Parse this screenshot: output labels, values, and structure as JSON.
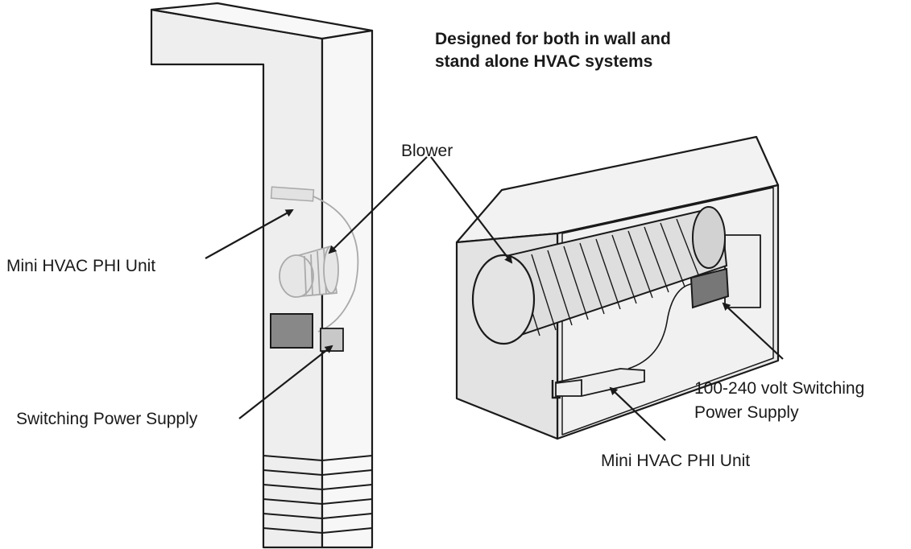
{
  "title": {
    "line1": "Designed for both in wall and",
    "line2": "stand alone HVAC systems"
  },
  "labels": {
    "blower": "Blower",
    "mini_hvac_left": "Mini HVAC PHI Unit",
    "switching_left": "Switching Power Supply",
    "switching_right_line1": "100-240 volt Switching",
    "switching_right_line2": "Power Supply",
    "mini_hvac_right": "Mini HVAC PHI Unit"
  },
  "colors": {
    "outline": "#1a1a1a",
    "duct_face": "#eeeeee",
    "duct_side": "#f7f7f7",
    "unit_face": "#e6e6e6",
    "unit_top": "#f2f2f2",
    "blower_fill": "#dedede",
    "power_supply": "#777777"
  }
}
